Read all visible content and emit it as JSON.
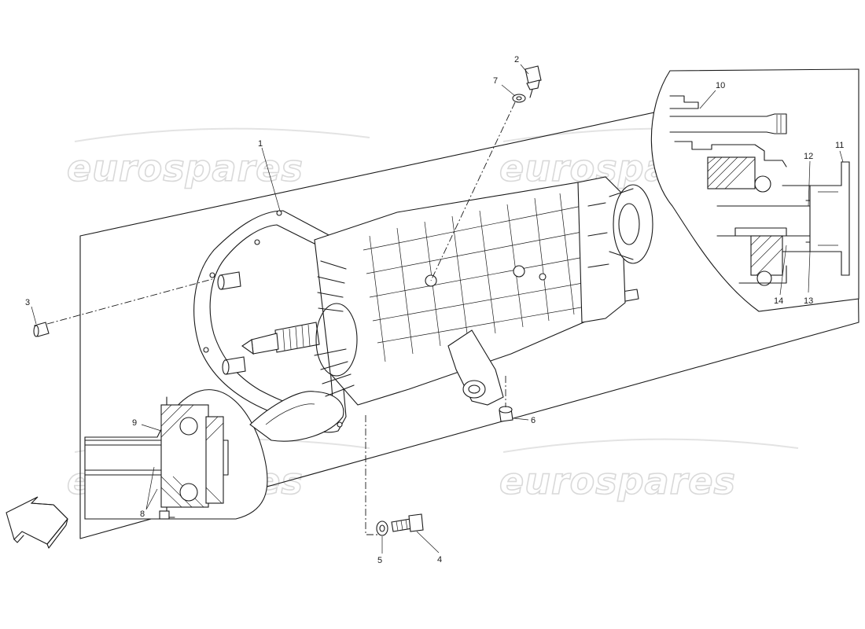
{
  "watermarks": [
    "eurospares",
    "eurospares",
    "eurospares",
    "eurospares"
  ],
  "callouts": [
    {
      "id": "1",
      "text": "1"
    },
    {
      "id": "2",
      "text": "2"
    },
    {
      "id": "3",
      "text": "3"
    },
    {
      "id": "4",
      "text": "4"
    },
    {
      "id": "5",
      "text": "5"
    },
    {
      "id": "6",
      "text": "6"
    },
    {
      "id": "7",
      "text": "7"
    },
    {
      "id": "8",
      "text": "8"
    },
    {
      "id": "9",
      "text": "9"
    },
    {
      "id": "10",
      "text": "10"
    },
    {
      "id": "11",
      "text": "11"
    },
    {
      "id": "12",
      "text": "12"
    },
    {
      "id": "13",
      "text": "13"
    },
    {
      "id": "14",
      "text": "14"
    }
  ],
  "icons": {
    "direction_arrow": "front-direction-arrow-icon"
  }
}
